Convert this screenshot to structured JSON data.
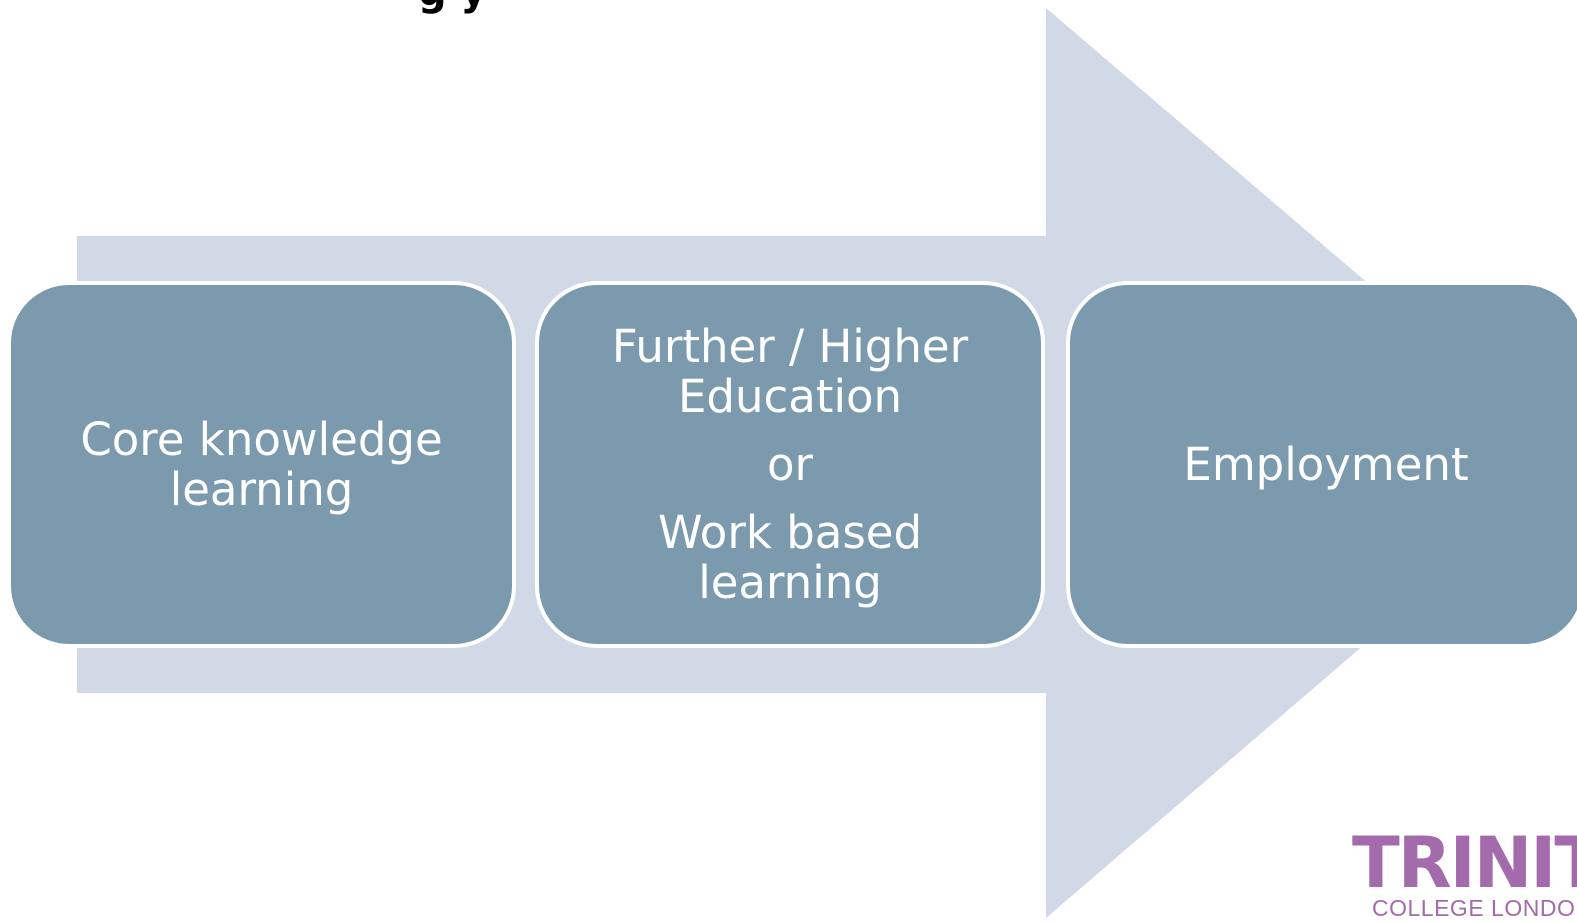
{
  "title_fragment": "g   y",
  "colors": {
    "arrow": "#d1d8e6",
    "box_fill": "#7b9aae",
    "box_border": "#ffffff",
    "box_text": "#ffffff",
    "logo": "#a36bab"
  },
  "steps": [
    {
      "lines": [
        "Core knowledge",
        "learning"
      ]
    },
    {
      "lines": [
        "Further / Higher",
        "Education"
      ],
      "connector": "or",
      "lines_after": [
        "Work based",
        "learning"
      ]
    },
    {
      "lines": [
        "Employment"
      ]
    }
  ],
  "logo": {
    "word": "TRINIT",
    "sub": "COLLEGE LONDO"
  }
}
